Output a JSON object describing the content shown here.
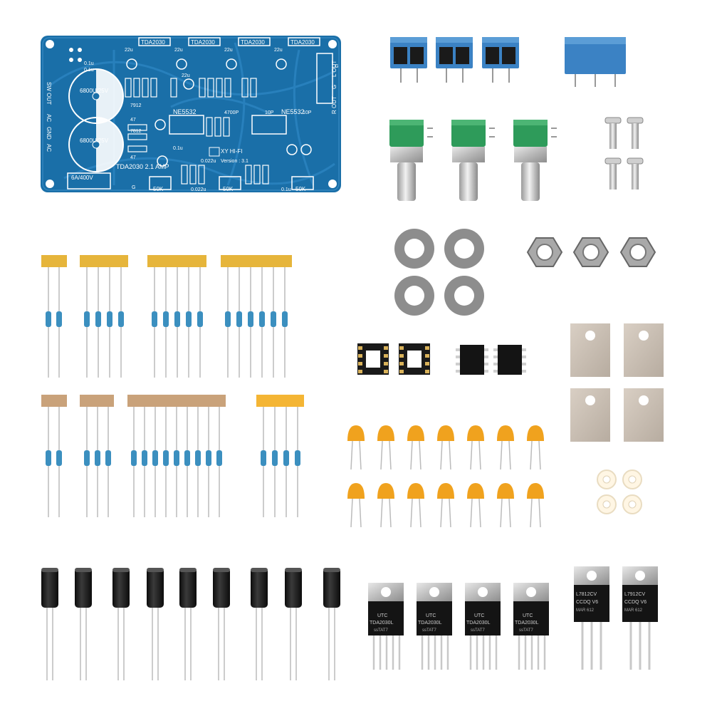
{
  "pcb": {
    "chips": [
      "TDA2030",
      "TDA2030",
      "TDA2030",
      "TDA2030"
    ],
    "opamps": [
      "NE5532",
      "NE5532"
    ],
    "main_caps": [
      "6800U/25V",
      "6800U/25V"
    ],
    "title": "TDA2030 2.1 AMP",
    "brand": "XY HI-FI",
    "version": "Version : 3.1",
    "pots": [
      "50K",
      "50K",
      "50K"
    ],
    "left_labels": [
      "SW OUT",
      "AC",
      "GND",
      "AC"
    ],
    "right_labels": [
      "R OUT",
      "G",
      "L OUT"
    ],
    "rectifier": "6A/400V",
    "small_labels": [
      "22u",
      "22u",
      "22u",
      "22u",
      "22u",
      "0.1u",
      "0.1u",
      "4700P",
      "10P",
      "10P",
      "0.022u",
      "0.022u",
      "7812",
      "7912",
      "47",
      "47",
      "G",
      "G",
      "0.1u",
      "0.1u"
    ]
  },
  "ic_labels": {
    "amp_chip": [
      "UTC",
      "TDA2030L"
    ],
    "amp_code": "ssTAT7",
    "regulator_a": [
      "L7812CV",
      "CCDQ V6",
      "MAR 612"
    ],
    "regulator_b": [
      "L7912CV",
      "CCDQ V6",
      "MAR 612"
    ]
  },
  "colors": {
    "pcb_blue": "#1a6fa8",
    "terminal_blue": "#3b82c4",
    "pot_green": "#2e9b5a",
    "ceramic_orange": "#f0a21e",
    "resistor_tape_yellow": "#e6b53b",
    "resistor_tape_tan": "#c9a27a"
  }
}
